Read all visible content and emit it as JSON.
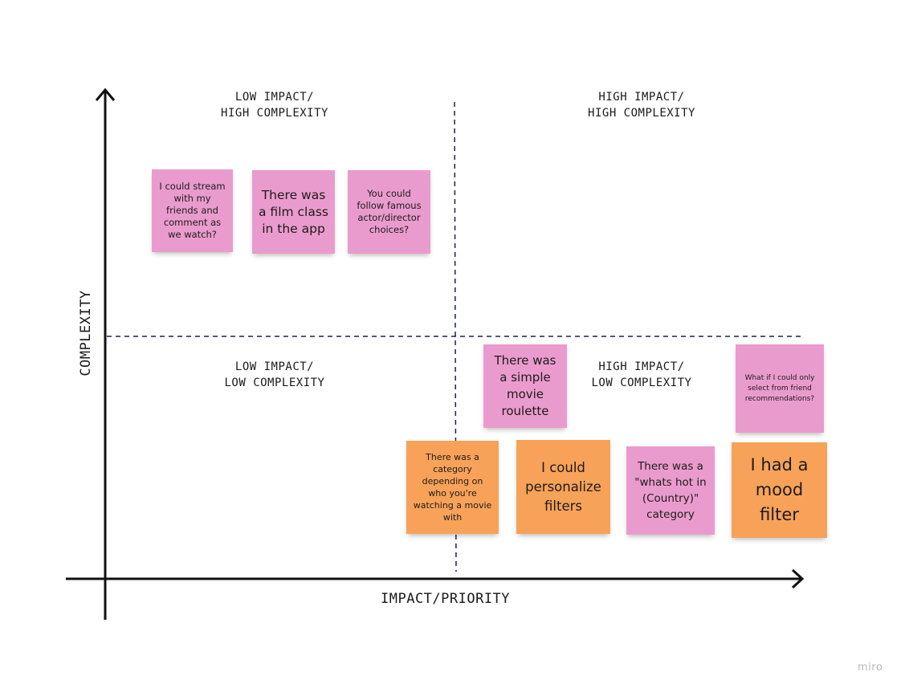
{
  "axes": {
    "y_label": "COMPLEXITY",
    "x_label": "IMPACT/PRIORITY"
  },
  "quadrants": {
    "top_left": [
      "LOW IMPACT/",
      "HIGH COMPLEXITY"
    ],
    "top_right": [
      "HIGH IMPACT/",
      "HIGH COMPLEXITY"
    ],
    "bottom_left": [
      "LOW IMPACT/",
      "LOW COMPLEXITY"
    ],
    "bottom_right": [
      "HIGH IMPACT/",
      "LOW COMPLEXITY"
    ]
  },
  "notes": [
    {
      "text": "I could stream with my friends and comment as we watch?",
      "color": "#ea9bcd"
    },
    {
      "text": "There was a film class in the app",
      "color": "#ea9bcd"
    },
    {
      "text": "You could follow famous actor/director choices?",
      "color": "#ea9bcd"
    },
    {
      "text": "There was a simple movie roulette",
      "color": "#ea9bcd"
    },
    {
      "text": "What if I could only select from friend recommendations?",
      "color": "#ea9bcd"
    },
    {
      "text": "There was a category depending on who you're watching a movie with",
      "color": "#f8a259"
    },
    {
      "text": "I could personalize filters",
      "color": "#f8a259"
    },
    {
      "text": "There was a \"whats hot in (Country)\" category",
      "color": "#ea9bcd"
    },
    {
      "text": "I had a mood filter",
      "color": "#f8a259"
    }
  ],
  "colors": {
    "pink_note": "#ea9bcd",
    "orange_note": "#f8a259",
    "axis": "#111111",
    "divider": "#1c2150"
  },
  "brand": "miro"
}
